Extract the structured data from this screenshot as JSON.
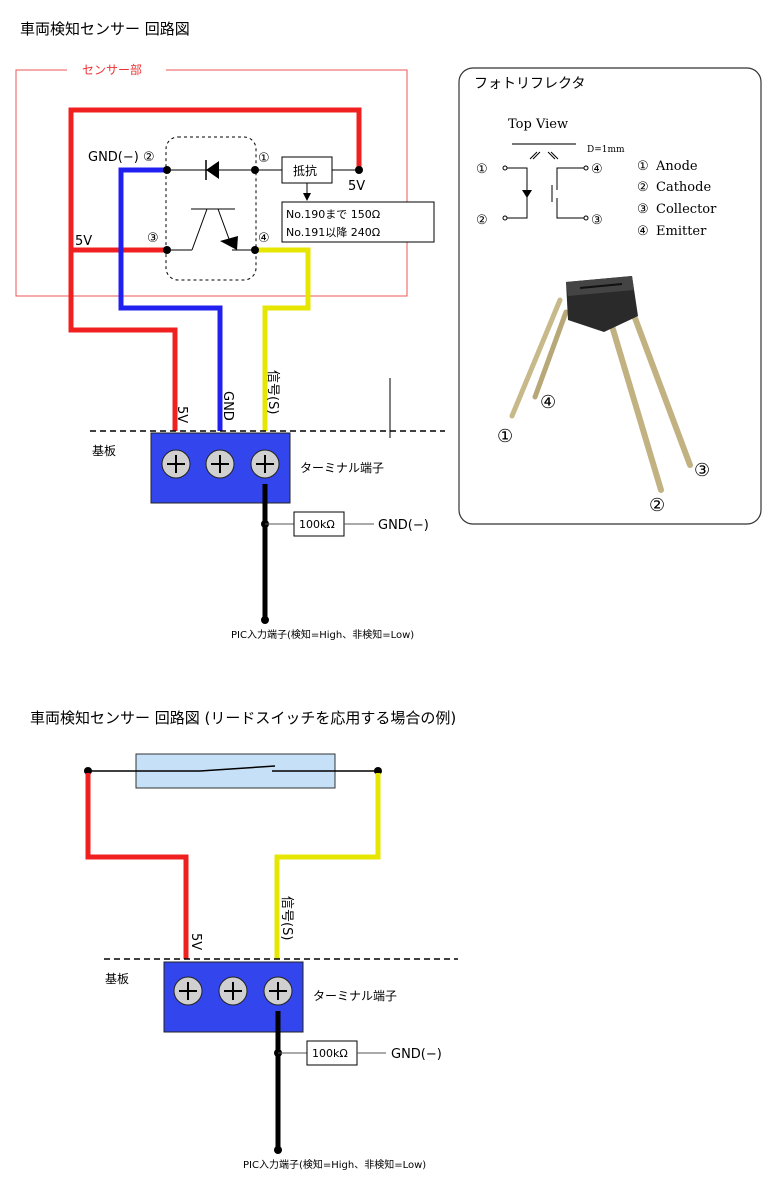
{
  "diagram1": {
    "title": "車両検知センサー 回路図",
    "sensor_group_label": "センサー部",
    "gnd_label": "GND(−) ②",
    "pin1": "①",
    "pin3": "③",
    "pin4": "④",
    "resistor_label": "抵抗",
    "v5_top": "5V",
    "v5_left": "5V",
    "resistor_note_line1": "No.190まで 150Ω",
    "resistor_note_line2": "No.191以降 240Ω",
    "wire_label_5v": "5V",
    "wire_label_gnd": "GND",
    "wire_label_signal": "信号(S)",
    "board_label": "基板",
    "terminal_label": "ターミナル端子",
    "pulldown_label": "100kΩ",
    "pulldown_gnd": "GND(−)",
    "pic_label": "PIC入力端子(検知=High、非検知=Low)"
  },
  "photoreflector": {
    "title": "フォトリフレクタ",
    "top_view": "Top View",
    "distance": "D=1mm",
    "pins": [
      {
        "num": "①",
        "name": "Anode"
      },
      {
        "num": "②",
        "name": "Cathode"
      },
      {
        "num": "③",
        "name": "Collector"
      },
      {
        "num": "④",
        "name": "Emitter"
      }
    ],
    "schematic_pin_left_top": "①",
    "schematic_pin_left_bottom": "②",
    "schematic_pin_right_top": "④",
    "schematic_pin_right_bottom": "③",
    "photo_pin1": "①",
    "photo_pin2": "②",
    "photo_pin3": "③",
    "photo_pin4": "④"
  },
  "diagram2": {
    "title": "車両検知センサー 回路図 (リードスイッチを応用する場合の例)",
    "wire_label_5v": "5V",
    "wire_label_signal": "信号(S)",
    "board_label": "基板",
    "terminal_label": "ターミナル端子",
    "pulldown_label": "100kΩ",
    "pulldown_gnd": "GND(−)",
    "pic_label": "PIC入力端子(検知=High、非検知=Low)"
  },
  "colors": {
    "wire_5v": "#f02020",
    "wire_gnd": "#2020f0",
    "wire_signal": "#e6e600",
    "terminal_block": "#3346ee",
    "sensor_frame": "#ee5555",
    "reed_switch_body": "#c6e0f8"
  }
}
